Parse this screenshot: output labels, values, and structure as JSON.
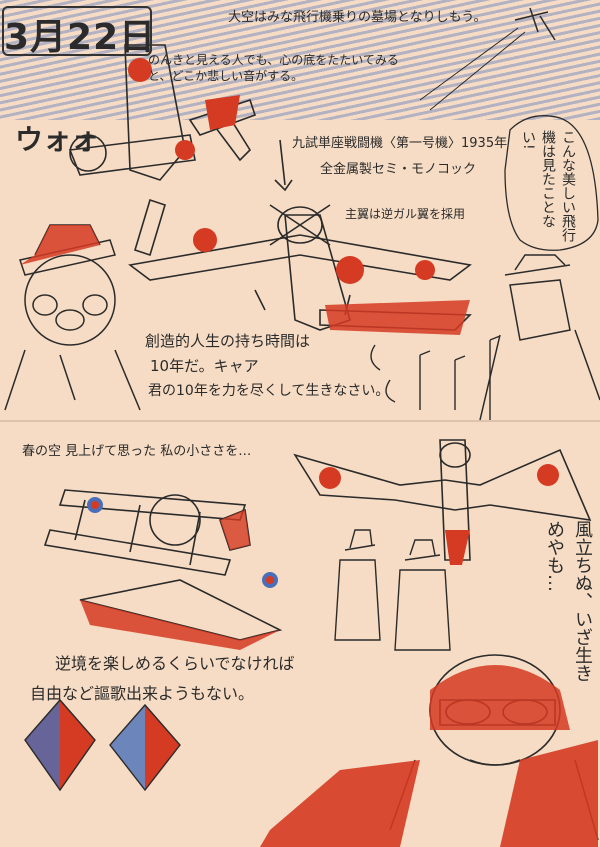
{
  "date": "3月22日",
  "texts": {
    "sky_note": "大空はみな飛行機乗りの墓場となりしもう。",
    "intro": "のんきと見える人でも、心の底をたたいてみると、どこか悲しい音がする。",
    "sound_effect": "ウォォ",
    "plane_caption_line1": "九試単座戦闘機〈第一号機〉1935年",
    "plane_caption_line2": "全金属製セミ・モノコック",
    "spar_note": "主翼は逆ガル翼を採用",
    "speech_bubble": "こんな美しい飛行機は見たことない!",
    "quote_line1": "創造的人生の持ち時間は",
    "quote_line2": "10年だ。キャア",
    "quote_line3": "君の10年を力を尽くして生きなさい。",
    "spring_sky": "春の空 見上げて思った 私の小ささを…",
    "wind_poem": "風立ちぬ、いざ生きめやも…",
    "adversity_line1": "逆境を楽しめるくらいでなければ",
    "adversity_line2": "自由など謳歌出来ようもない。"
  },
  "colors": {
    "paper": "#f6dcc4",
    "pencil": "#2b2b2b",
    "red": "#d53a22",
    "blue": "#4a6fb8"
  }
}
